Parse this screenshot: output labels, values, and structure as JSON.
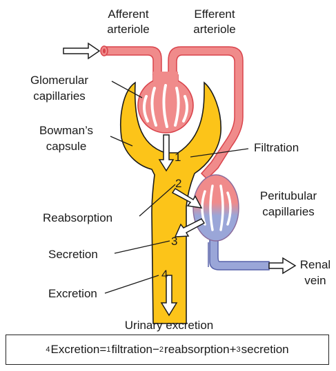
{
  "labels": {
    "afferent_line1": "Afferent",
    "afferent_line2": "arteriole",
    "efferent_line1": "Efferent",
    "efferent_line2": "arteriole",
    "glomerular_line1": "Glomerular",
    "glomerular_line2": "capillaries",
    "bowman_line1": "Bowman’s",
    "bowman_line2": "capsule",
    "filtration": "Filtration",
    "peritubular_line1": "Peritubular",
    "peritubular_line2": "capillaries",
    "reabsorption": "Reabsorption",
    "secretion": "Secretion",
    "excretion": "Excretion",
    "renal_line1": "Renal",
    "renal_line2": "vein",
    "urinary_excretion": "Urinary excretion"
  },
  "step_numbers": {
    "one": "1",
    "two": "2",
    "three": "3",
    "four": "4"
  },
  "formula": {
    "sup_excretion": "4",
    "excretion": "Excretion",
    "equals": "=",
    "sup_filtration": "1",
    "filtration": "filtration",
    "minus": "−",
    "sup_reabsorption": "2",
    "reabsorption": "reabsorption",
    "plus": "+",
    "sup_secretion": "3",
    "secretion": "secretion"
  },
  "colors": {
    "artery_red": "#f08b8b",
    "artery_stroke": "#d9434b",
    "vein_blue": "#9aa6d8",
    "vein_stroke": "#5661a8",
    "capsule_yellow": "#fcc419",
    "outline": "#1a1a1a"
  }
}
